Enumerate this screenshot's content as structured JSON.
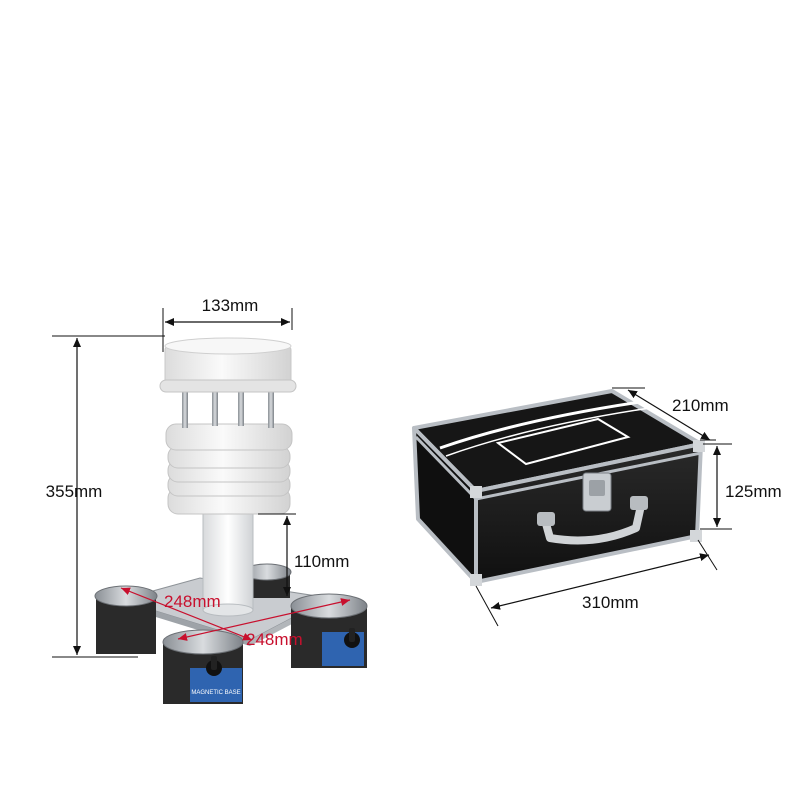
{
  "dimensions": {
    "sensor_top_width": "133mm",
    "sensor_height": "355mm",
    "pole_height": "110mm",
    "base_width_a": "248mm",
    "base_width_b": "248mm",
    "case_depth": "210mm",
    "case_height": "125mm",
    "case_width": "310mm"
  },
  "magnet_label": "MAGNETIC BASE",
  "colors": {
    "dimension_text": "#111111",
    "base_dimension_text": "#c8102e",
    "case_body": "#1b1b1b",
    "case_trim": "#b9bec4",
    "sensor_white": "#f2f2f2",
    "magnet_label": "#2f64b0"
  },
  "icons": {
    "case_handle": "case-handle-icon",
    "case_latch": "case-latch-icon"
  }
}
